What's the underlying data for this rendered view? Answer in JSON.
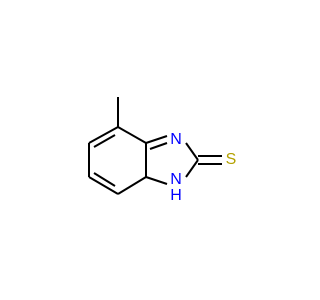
{
  "molecule": {
    "atoms": {
      "n_top": {
        "symbol": "N",
        "color": "#0000ff"
      },
      "n_bottom": {
        "symbol": "N",
        "color": "#0000ff"
      },
      "h_on_n": {
        "symbol": "H",
        "color": "#0000ff"
      },
      "sulfur": {
        "symbol": "S",
        "color": "#b3a100"
      }
    },
    "bond_color": "#000000"
  }
}
